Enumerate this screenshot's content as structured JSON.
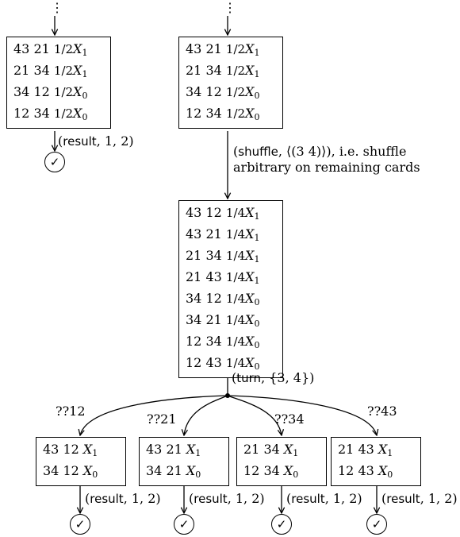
{
  "top_left_state": {
    "rows": [
      {
        "cards": "43 21",
        "prob": "1/2",
        "var": "X",
        "sub": "1"
      },
      {
        "cards": "21 34",
        "prob": "1/2",
        "var": "X",
        "sub": "1"
      },
      {
        "cards": "34 12",
        "prob": "1/2",
        "var": "X",
        "sub": "0"
      },
      {
        "cards": "12 34",
        "prob": "1/2",
        "var": "X",
        "sub": "0"
      }
    ]
  },
  "top_right_state": {
    "rows": [
      {
        "cards": "43 21",
        "prob": "1/2",
        "var": "X",
        "sub": "1"
      },
      {
        "cards": "21 34",
        "prob": "1/2",
        "var": "X",
        "sub": "1"
      },
      {
        "cards": "34 12",
        "prob": "1/2",
        "var": "X",
        "sub": "0"
      },
      {
        "cards": "12 34",
        "prob": "1/2",
        "var": "X",
        "sub": "0"
      }
    ]
  },
  "middle_state": {
    "rows": [
      {
        "cards": "43 12",
        "prob": "1/4",
        "var": "X",
        "sub": "1"
      },
      {
        "cards": "43 21",
        "prob": "1/4",
        "var": "X",
        "sub": "1"
      },
      {
        "cards": "21 34",
        "prob": "1/4",
        "var": "X",
        "sub": "1"
      },
      {
        "cards": "21 43",
        "prob": "1/4",
        "var": "X",
        "sub": "1"
      },
      {
        "cards": "34 12",
        "prob": "1/4",
        "var": "X",
        "sub": "0"
      },
      {
        "cards": "34 21",
        "prob": "1/4",
        "var": "X",
        "sub": "0"
      },
      {
        "cards": "12 34",
        "prob": "1/4",
        "var": "X",
        "sub": "0"
      },
      {
        "cards": "12 43",
        "prob": "1/4",
        "var": "X",
        "sub": "0"
      }
    ]
  },
  "result_action": {
    "open": "(",
    "keyword": "result",
    "args": ", 1, 2)"
  },
  "shuffle_action": {
    "line1_open": "(",
    "keyword": "shuffle",
    "line1_rest": ", ⟨(3 4)⟩), i.e. shuffle",
    "line2": "arbitrary on remaining cards"
  },
  "turn_action": {
    "open": "(",
    "keyword": "turn",
    "args": ", {3, 4})"
  },
  "branches": [
    {
      "label": "??12",
      "rows": [
        {
          "cards": "43 12",
          "var": "X",
          "sub": "1"
        },
        {
          "cards": "34 12",
          "var": "X",
          "sub": "0"
        }
      ]
    },
    {
      "label": "??21",
      "rows": [
        {
          "cards": "43 21",
          "var": "X",
          "sub": "1"
        },
        {
          "cards": "34 21",
          "var": "X",
          "sub": "0"
        }
      ]
    },
    {
      "label": "??34",
      "rows": [
        {
          "cards": "21 34",
          "var": "X",
          "sub": "1"
        },
        {
          "cards": "12 34",
          "var": "X",
          "sub": "0"
        }
      ]
    },
    {
      "label": "??43",
      "rows": [
        {
          "cards": "21 43",
          "var": "X",
          "sub": "1"
        },
        {
          "cards": "12 43",
          "var": "X",
          "sub": "0"
        }
      ]
    }
  ],
  "check_symbol": "✓",
  "vdots_symbol": "⋮"
}
